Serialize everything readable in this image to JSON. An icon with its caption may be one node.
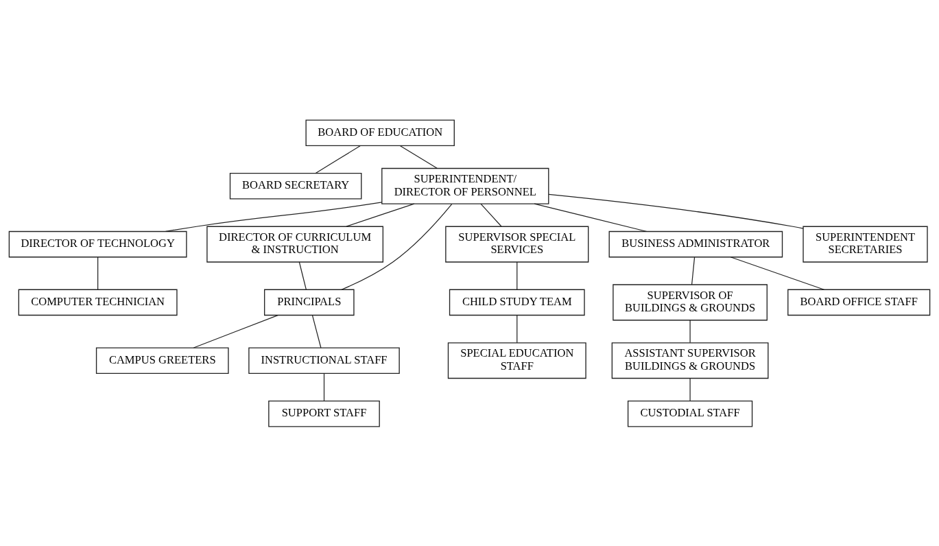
{
  "diagram": {
    "nodes": [
      {
        "text": [
          "BOARD OF EDUCATION"
        ]
      },
      {
        "text": [
          "BOARD SECRETARY"
        ]
      },
      {
        "text": [
          "SUPERINTENDENT/ DIRECTOR OF PERSONNEL"
        ]
      },
      {
        "text": [
          "DIRECTOR OF TECHNOLOGY"
        ]
      },
      {
        "text": [
          "COMPUTER TECHNICIAN"
        ]
      },
      {
        "text": [
          "DIRECTOR OF CURRICULUM & INSTRUCTION"
        ]
      },
      {
        "text": [
          "SUPERVISOR SPECIAL SERVICES"
        ]
      },
      {
        "text": [
          "PRINCIPALS"
        ]
      },
      {
        "text": [
          "BUSINESS ADMINISTRATOR"
        ]
      },
      {
        "text": [
          "SUPERINTENDENT SECRETARIES"
        ]
      },
      {
        "text": [
          "CHILD STUDY TEAM"
        ]
      },
      {
        "text": [
          "CAMPUS GREETERS"
        ]
      },
      {
        "text": [
          "INSTRUCTIONAL STAFF"
        ]
      },
      {
        "text": [
          "SUPERVISOR OF BUILDINGS & GROUNDS"
        ]
      },
      {
        "text": [
          "BOARD OFFICE STAFF"
        ]
      },
      {
        "text": [
          "SPECIAL EDUCATION STAFF"
        ]
      },
      {
        "text": [
          "ASSISTANT SUPERVISOR BUILDINGS & GROUNDS"
        ]
      },
      {
        "text": [
          "SUPPORT STAFF"
        ]
      },
      {
        "text": [
          "CUSTODIAL STAFF"
        ]
      }
    ],
    "edges": [
      {
        "from": 0,
        "to": 1,
        "arrow": "none"
      },
      {
        "from": 0,
        "to": 2,
        "arrow": "none"
      },
      {
        "from": 2,
        "to": 3,
        "arrow": "none"
      },
      {
        "from": 3,
        "to": 4,
        "arrow": "none"
      },
      {
        "from": 2,
        "to": 6,
        "arrow": "none"
      },
      {
        "from": 2,
        "to": 7,
        "arrow": "none"
      },
      {
        "from": 2,
        "to": 5,
        "arrow": "none"
      },
      {
        "from": 5,
        "to": 7,
        "arrow": "none"
      },
      {
        "from": 2,
        "to": 9,
        "arrow": "none"
      },
      {
        "from": 2,
        "to": 8,
        "arrow": "none"
      },
      {
        "from": 6,
        "to": 10,
        "arrow": "none"
      },
      {
        "from": 10,
        "to": 15,
        "arrow": "none"
      },
      {
        "from": 7,
        "to": 11,
        "arrow": "none"
      },
      {
        "from": 7,
        "to": 12,
        "arrow": "none"
      },
      {
        "from": 12,
        "to": 17,
        "arrow": "none"
      },
      {
        "from": 8,
        "to": 13,
        "arrow": "none"
      },
      {
        "from": 8,
        "to": 14,
        "arrow": "none"
      },
      {
        "from": 13,
        "to": 16,
        "arrow": "none"
      },
      {
        "from": 16,
        "to": 18,
        "arrow": "none"
      }
    ]
  }
}
